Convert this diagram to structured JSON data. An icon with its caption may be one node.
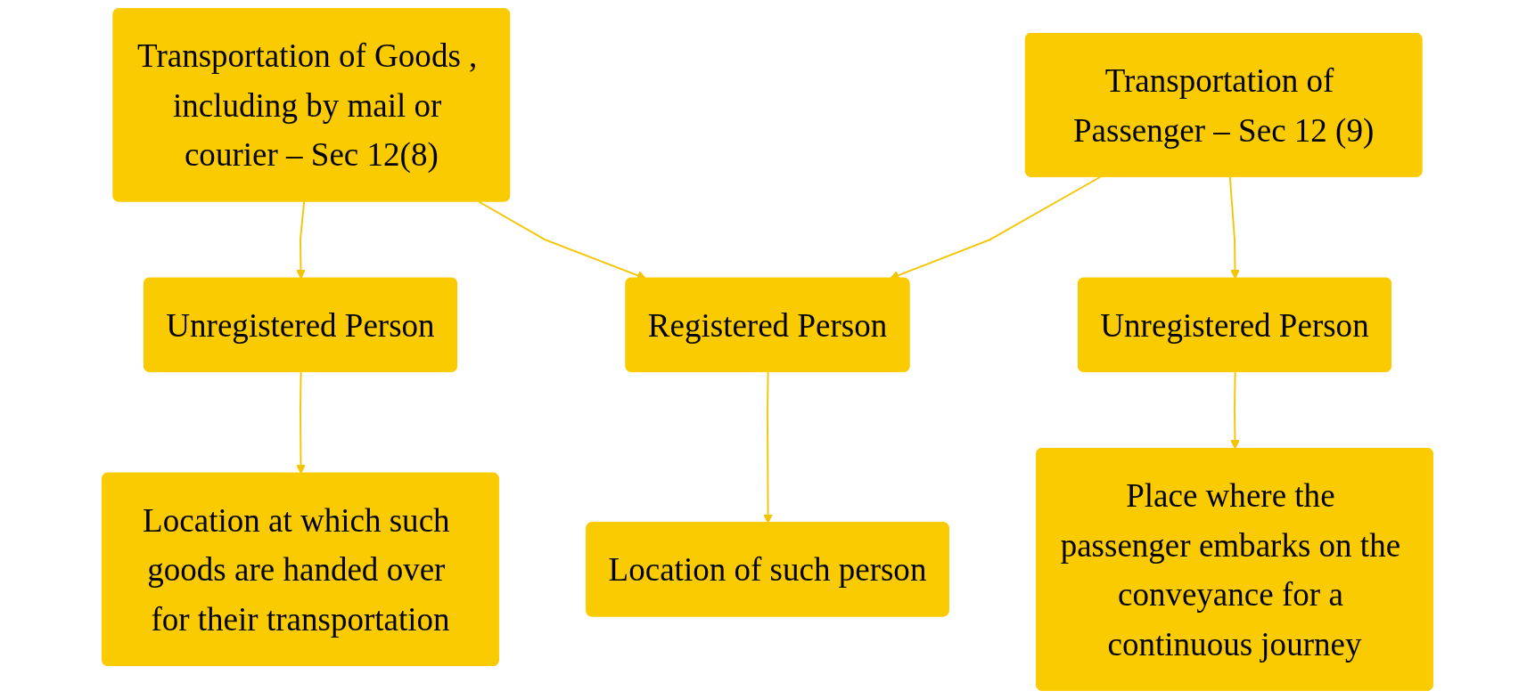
{
  "diagram": {
    "nodes": [
      {
        "text": [
          "Transportation of Goods , including by mail or courier – Sec 12(8)"
        ]
      },
      {
        "text": [
          "Transportation of Passenger – Sec 12 (9)"
        ]
      },
      {
        "text": [
          "Unregistered Person"
        ]
      },
      {
        "text": [
          "Registered Person"
        ]
      },
      {
        "text": [
          "Unregistered Person"
        ]
      },
      {
        "text": [
          "Location at which such goods are handed over for their transportation"
        ]
      },
      {
        "text": [
          "Location of such person"
        ]
      },
      {
        "text": [
          "Place where the passenger embarks on the conveyance for a continuous journey"
        ]
      }
    ],
    "edges": [
      {
        "from": 0,
        "to": 2,
        "arrow": "to"
      },
      {
        "from": 0,
        "to": 3,
        "arrow": "to"
      },
      {
        "from": 1,
        "to": 3,
        "arrow": "to"
      },
      {
        "from": 1,
        "to": 4,
        "arrow": "to"
      },
      {
        "from": 2,
        "to": 5,
        "arrow": "to"
      },
      {
        "from": 3,
        "to": 6,
        "arrow": "to"
      },
      {
        "from": 4,
        "to": 7,
        "arrow": "to"
      }
    ]
  }
}
